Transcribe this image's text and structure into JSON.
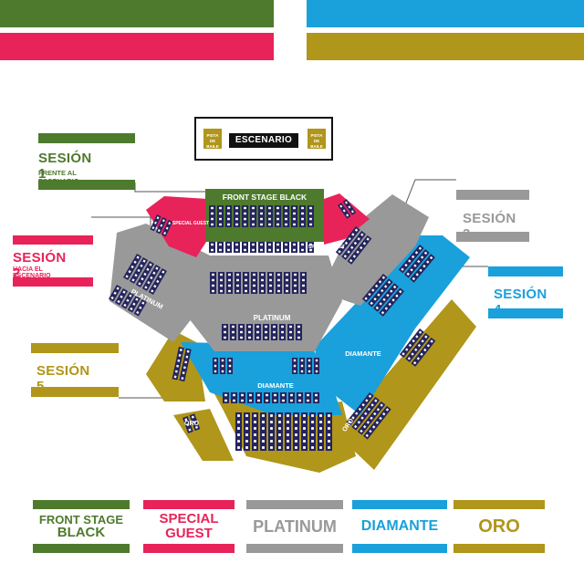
{
  "colors": {
    "green": "#4e7a2d",
    "pink": "#e8235a",
    "gray": "#999999",
    "blue": "#1aa0db",
    "gold": "#b0961a",
    "seat": "#24245e"
  },
  "stage": {
    "pista_left": "PISTA DE BAILE",
    "escenario": "ESCENARIO",
    "pista_right": "PISTA DE BAILE"
  },
  "sessions": {
    "s1": {
      "title": "SESIÓN 1",
      "subtitle": "FRENTE AL ESCENARIO"
    },
    "s2": {
      "title": "SESIÓN 2",
      "subtitle": "HACIA EL ESCENARIO"
    },
    "s3": {
      "title": "SESIÓN 3"
    },
    "s4": {
      "title": "SESIÓN 4"
    },
    "s5": {
      "title": "SESIÓN 5"
    }
  },
  "zones": {
    "front_stage_black": "FRONT STAGE BLACK",
    "special_guest_left": "SPECIAL GUEST",
    "special_guest_right": "SPECIAL GUEST",
    "platinum_left": "PLATINUM",
    "platinum_center": "PLATINUM",
    "diamante_right": "DIAMANTE",
    "diamante_center": "DIAMANTE",
    "oro_left": "ORO",
    "oro_right": "ORO"
  },
  "legend": [
    {
      "line1": "FRONT STAGE",
      "line2": "BLACK",
      "color": "#4e7a2d"
    },
    {
      "line1": "SPECIAL",
      "line2": "GUEST",
      "color": "#e8235a"
    },
    {
      "line1": "PLATINUM",
      "line2": "",
      "color": "#999999"
    },
    {
      "line1": "DIAMANTE",
      "line2": "",
      "color": "#1aa0db"
    },
    {
      "line1": "ORO",
      "line2": "",
      "color": "#b0961a"
    }
  ]
}
